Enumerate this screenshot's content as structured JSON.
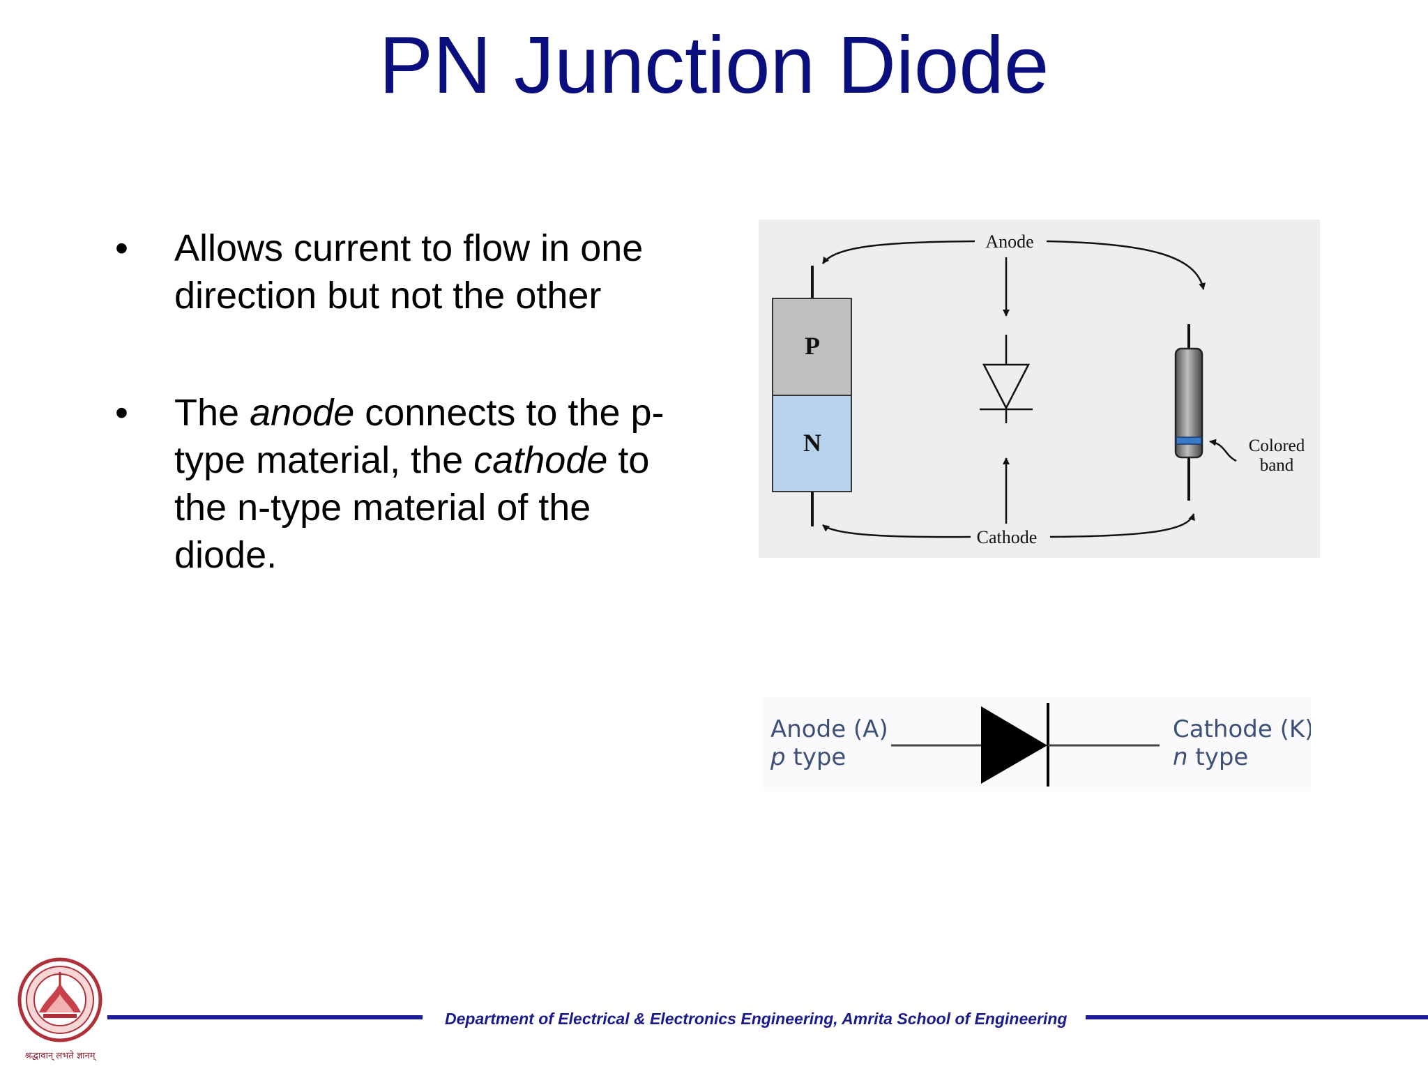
{
  "slide": {
    "title": "PN Junction Diode"
  },
  "bullets": [
    {
      "marker": "•",
      "line1": "Allows current to flow in one",
      "line2": "direction but not the other"
    },
    {
      "marker": "•",
      "pre": "The ",
      "anode_word": "anode",
      "mid1": " connects to the p-",
      "mid2": "type material, the ",
      "cathode_word": "cathode",
      "mid3": " to",
      "line3": "the n-type material of the",
      "line4": "diode."
    }
  ],
  "diagram": {
    "anode_label": "Anode",
    "cathode_label": "Cathode",
    "p_label": "P",
    "n_label": "N",
    "band_label_1": "Colored",
    "band_label_2": "band",
    "colors": {
      "p_region": "#c0c0c0",
      "n_region": "#b8d3ec",
      "band": "#3a78c8"
    }
  },
  "symbol": {
    "anode": "Anode (A)",
    "anode_type_letter": "p",
    "anode_type_word": " type",
    "cathode": "Cathode (K)",
    "cathode_type_letter": "n",
    "cathode_type_word": " type"
  },
  "footer": {
    "department": "Department of Electrical & Electronics Engineering, Amrita School of Engineering",
    "seal_motto": "श्रद्धावान् लभते ज्ञानम्"
  }
}
